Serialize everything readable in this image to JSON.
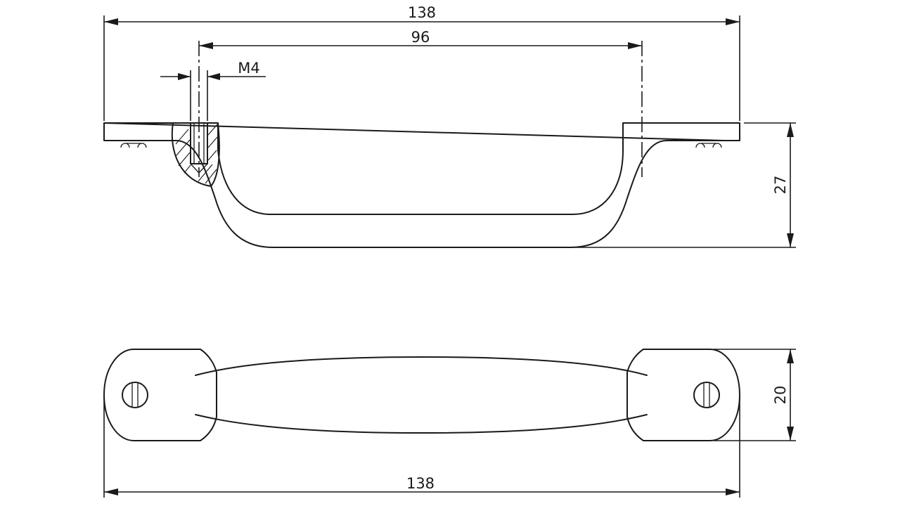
{
  "dimensions": {
    "top_overall_length": "138",
    "hole_spacing": "96",
    "thread": "M4",
    "height": "27",
    "width": "20",
    "bottom_overall_length": "138"
  },
  "colors": {
    "line": "#1a1a1a",
    "background": "#ffffff"
  }
}
